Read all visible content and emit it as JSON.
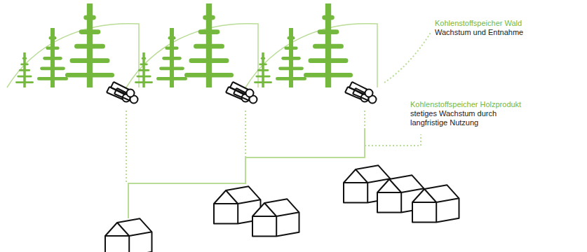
{
  "diagram": {
    "labels": [
      "Kohlenstoffspeicher Wald",
      "Wachstum und Entnahme",
      "Kohlenstoffspeicher Holzprodukt",
      "stetiges Wachstum durch langfristige Nutzung"
    ]
  }
}
